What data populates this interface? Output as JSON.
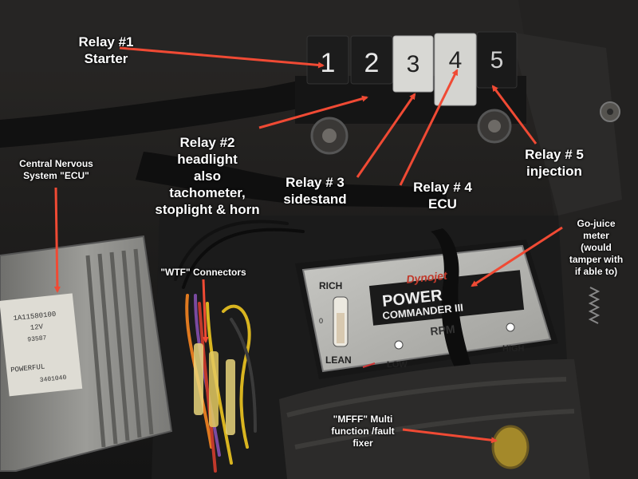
{
  "colors": {
    "arrow": "#f04a34",
    "relay_black": "#1c1c1c",
    "relay_white": "#d8d8d4",
    "ecu_body": "#8f8f8c",
    "pc_plate": "#b8b8b4"
  },
  "relays": [
    {
      "number": "1",
      "color": "black"
    },
    {
      "number": "2",
      "color": "black"
    },
    {
      "number": "3",
      "color": "white"
    },
    {
      "number": "4",
      "color": "white"
    },
    {
      "number": "5",
      "color": "black"
    }
  ],
  "annotations": {
    "relay1": "Relay #1\nStarter",
    "relay2": "Relay #2\nheadlight\nalso\ntachometer,\nstoplight & horn",
    "relay3": "Relay # 3\nsidestand",
    "relay4": "Relay # 4\nECU",
    "relay5": "Relay # 5\ninjection",
    "ecu": "Central Nervous\nSystem \"ECU\"",
    "wtf": "\"WTF\" Connectors",
    "gojuice": "Go-juice\nmeter\n(would\ntamper with\nif able to)",
    "mfff": "\"MFFF\" Multi\nfunction /fault\nfixer"
  },
  "power_commander": {
    "brand": "Dynojet",
    "title_line1": "POWER",
    "title_line2": "COMMANDER III",
    "rich": "RICH",
    "lean": "LEAN",
    "low": "LOW",
    "high": "HIGH",
    "rpm": "RPM",
    "zero": "0"
  },
  "ecu_sticker": [
    "1A11580100",
    "12V",
    "93587",
    "POWERFUL",
    "3401040"
  ]
}
